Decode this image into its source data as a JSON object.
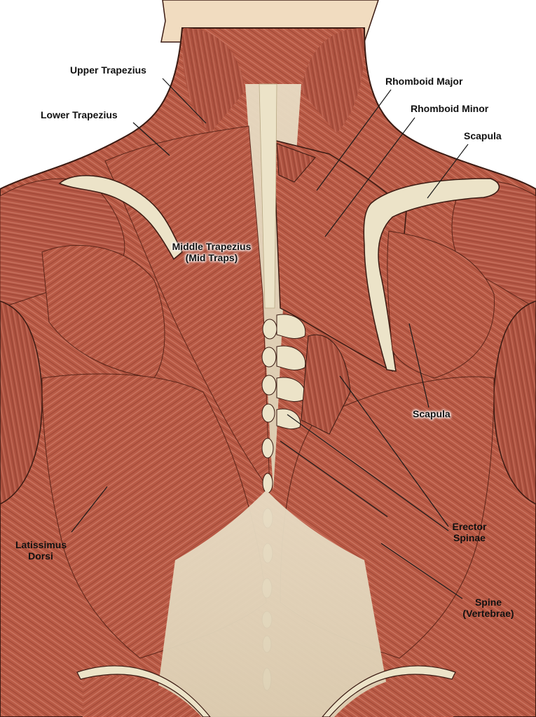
{
  "figure": {
    "title": "Back muscles anatomy illustration",
    "colors": {
      "background": "#ffffff",
      "muscle": "#b85a45",
      "muscle_dark": "#8e3a2b",
      "muscle_light": "#d98a72",
      "tendon": "#e9dfc6",
      "bone": "#ece3c8",
      "skin": "#f1dcc0",
      "outline": "#3a1a12",
      "leader_line": "#1a1a1a",
      "label_text": "#111111"
    }
  },
  "labels": {
    "upper_trapezius": "Upper Trapezius",
    "lower_trapezius": "Lower Trapezius",
    "rhomboid_major": "Rhomboid Major",
    "rhomboid_minor": "Rhomboid Minor",
    "scapula_top": "Scapula",
    "middle_trapezius_line1": "Middle Trapezius",
    "middle_trapezius_line2": "(Mid Traps)",
    "scapula_mid": "Scapula",
    "erector_spinae_line1": "Erector",
    "erector_spinae_line2": "Spinae",
    "latissimus_dorsi_line1": "Latissimus",
    "latissimus_dorsi_line2": "Dorsi",
    "spine_line1": "Spine",
    "spine_line2": "(Vertebrae)"
  }
}
